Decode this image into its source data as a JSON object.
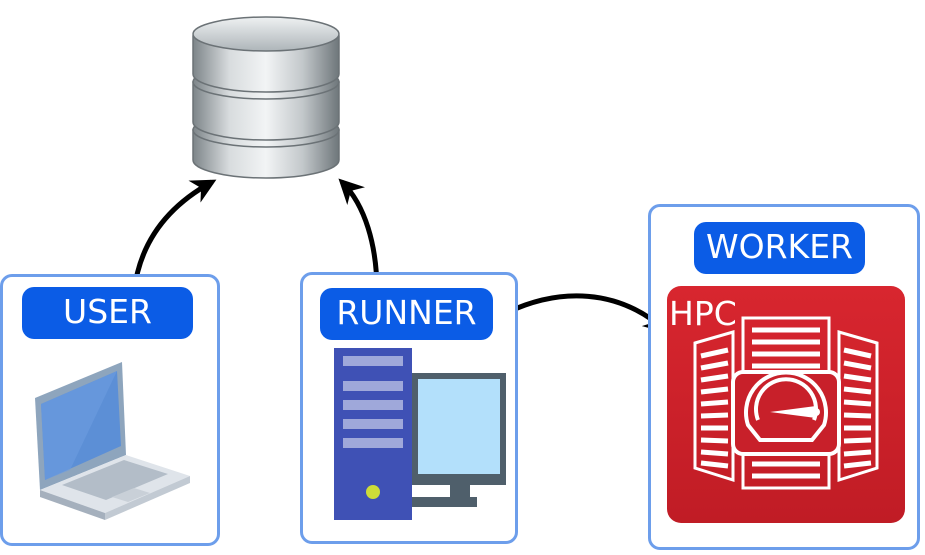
{
  "nodes": {
    "user": {
      "label": "USER"
    },
    "runner": {
      "label": "RUNNER"
    },
    "worker": {
      "label": "WORKER",
      "hpc_label": "HPC"
    }
  },
  "colors": {
    "box_border": "#6d9eeb",
    "label_bg": "#0b5ce6",
    "hpc_bg": "#d0202b",
    "tower": "#3f51b5",
    "monitor_screen": "#b3e0fb"
  },
  "icons": [
    "database-icon",
    "laptop-icon",
    "desktop-computer-icon",
    "hpc-server-icon"
  ]
}
